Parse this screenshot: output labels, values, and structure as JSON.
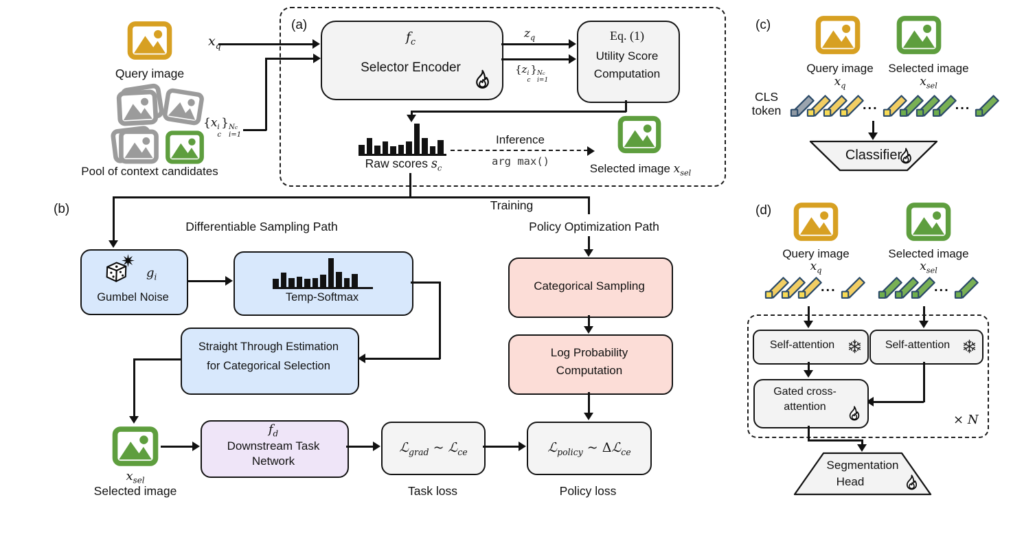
{
  "colors": {
    "gold": "#D7A022",
    "green": "#5E9E3E",
    "gray_icon": "#9B9B9B",
    "blue_container": "#7FB1EC",
    "blue_inner": "#D8E8FC",
    "red_container": "#F87E74",
    "red_inner": "#FCDDD7",
    "panel_gray": "#F1F1F2",
    "panel_purple": "#EAE2F3",
    "downstream_fill": "#EFE5F8",
    "box_fill": "#F3F3F3",
    "token_border": "#2B4A68",
    "token_yellow": "#F2CE63",
    "token_green": "#79B055",
    "token_gray": "#9BA4AE"
  },
  "left": {
    "query_label": "Query image",
    "query_var": {
      "b": "x",
      "s": "q"
    },
    "pool_label": "Pool of context candidates",
    "pool_set": {
      "open": "{",
      "b": "x",
      "sup": "i",
      "sub": "c",
      "close": "}",
      "hi": "N",
      "hisub": "c",
      "lo": "i=1"
    }
  },
  "panel_a": {
    "tag": "(a)",
    "encoder": {
      "fn": "f",
      "fnsub": "c",
      "name": "Selector Encoder"
    },
    "zq": {
      "b": "z",
      "s": "q"
    },
    "zc_set": {
      "open": "{",
      "b": "z",
      "sup": "i",
      "sub": "c",
      "close": "}",
      "hi": "N",
      "hisub": "c",
      "lo": "i=1"
    },
    "utility": {
      "l1": "Eq. (1)",
      "l2": "Utility Score",
      "l3": "Computation"
    },
    "raw": {
      "label": "Raw scores",
      "var": {
        "b": "s",
        "s": "c"
      },
      "hist": [
        0.3,
        0.52,
        0.28,
        0.4,
        0.24,
        0.3,
        0.4,
        1.0,
        0.52,
        0.26,
        0.46
      ]
    },
    "inference": {
      "l1": "Inference",
      "l2": "arg max()"
    },
    "selected": {
      "label": "Selected image",
      "var": {
        "b": "x",
        "s": "sel"
      }
    }
  },
  "panel_b": {
    "tag": "(b)",
    "training": "Training",
    "blue_title": "Differentiable Sampling Path",
    "gumbel": {
      "name": "Gumbel Noise",
      "var": {
        "b": "g",
        "s": "i"
      }
    },
    "softmax": {
      "name": "Temp-Softmax",
      "hist": [
        0.28,
        0.5,
        0.3,
        0.36,
        0.28,
        0.3,
        0.44,
        1.0,
        0.52,
        0.3,
        0.46
      ]
    },
    "ste": {
      "l1": "Straight Through Estimation",
      "l2": "for Categorical Selection"
    },
    "red_title": "Policy Optimization Path",
    "sampling": "Categorical Sampling",
    "logprob": {
      "l1": "Log Probability",
      "l2": "Computation"
    },
    "selected": {
      "label": "Selected image",
      "var": {
        "b": "x",
        "s": "sel"
      }
    },
    "downstream": {
      "fn": "f",
      "fnsub": "d",
      "l1": "Downstream Task",
      "l2": "Network"
    },
    "task_loss": {
      "L1": "ℒ",
      "s1": "grad",
      "mid": "~",
      "pre2": "",
      "L2": "ℒ",
      "s2": "ce",
      "caption": "Task loss"
    },
    "policy_loss": {
      "L1": "ℒ",
      "s1": "policy",
      "mid": "~",
      "pre2": "Δ",
      "L2": "ℒ",
      "s2": "ce",
      "caption": "Policy loss"
    }
  },
  "panel_c": {
    "tag": "(c)",
    "query": {
      "label": "Query image",
      "var": {
        "b": "x",
        "s": "q"
      }
    },
    "selected": {
      "label": "Selected image",
      "var": {
        "b": "x",
        "s": "sel"
      }
    },
    "cls": {
      "l1": "CLS",
      "l2": "token"
    },
    "dots": "...",
    "classifier": "Classifier"
  },
  "panel_d": {
    "tag": "(d)",
    "query": {
      "label": "Query image",
      "var": {
        "b": "x",
        "s": "q"
      }
    },
    "selected": {
      "label": "Selected image",
      "var": {
        "b": "x",
        "s": "sel"
      }
    },
    "dots": "...",
    "self_attn_left": "Self-attention",
    "self_attn_right": "Self-attention",
    "gated": {
      "l1": "Gated cross-",
      "l2": "attention"
    },
    "repeat": {
      "times": "×",
      "n": "N"
    },
    "seg_head": {
      "l1": "Segmentation",
      "l2": "Head"
    }
  }
}
